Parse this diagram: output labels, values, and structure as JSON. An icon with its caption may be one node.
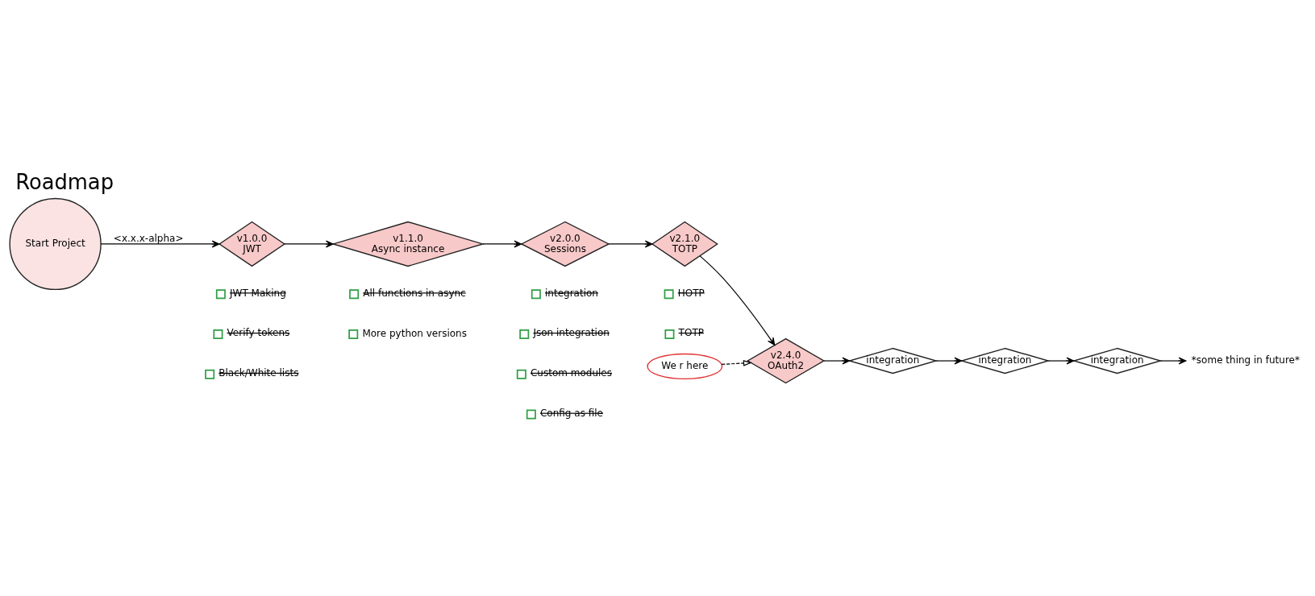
{
  "diagram": {
    "title": "Roadmap",
    "nodes": [
      {
        "text": [
          "Start Project"
        ]
      },
      {
        "text": [
          "v1.0.0",
          "JWT"
        ]
      },
      {
        "text": [
          "v1.1.0",
          "Async instance"
        ]
      },
      {
        "text": [
          "v2.0.0",
          "Sessions"
        ]
      },
      {
        "text": [
          "v2.1.0",
          "TOTP"
        ]
      },
      {
        "text": [
          "We r here"
        ]
      },
      {
        "text": [
          "v2.4.0",
          "OAuth2"
        ]
      },
      {
        "text": [
          "integration"
        ]
      },
      {
        "text": [
          "integration"
        ]
      },
      {
        "text": [
          "integration"
        ]
      },
      {
        "text": [
          "*some thing in future*"
        ]
      }
    ],
    "edges": [
      {
        "from": 0,
        "to": 1,
        "arrow": "to",
        "label": "<x.x.x-alpha>"
      },
      {
        "from": 1,
        "to": 2,
        "arrow": "to"
      },
      {
        "from": 2,
        "to": 3,
        "arrow": "to"
      },
      {
        "from": 3,
        "to": 4,
        "arrow": "to"
      },
      {
        "from": 4,
        "to": 6,
        "arrow": "to"
      },
      {
        "from": 5,
        "to": 6,
        "arrow": "to",
        "style": "dashed"
      },
      {
        "from": 6,
        "to": 7,
        "arrow": "to"
      },
      {
        "from": 7,
        "to": 8,
        "arrow": "to"
      },
      {
        "from": 8,
        "to": 9,
        "arrow": "to"
      },
      {
        "from": 9,
        "to": 10,
        "arrow": "to"
      }
    ],
    "labels": [
      "JWT Making",
      "Verify tokens",
      "Black/White lists",
      "All functions in async",
      "More python versions",
      "integration",
      "Json integration",
      "Custom modules",
      "Config as file",
      "HOTP",
      "TOTP"
    ]
  }
}
